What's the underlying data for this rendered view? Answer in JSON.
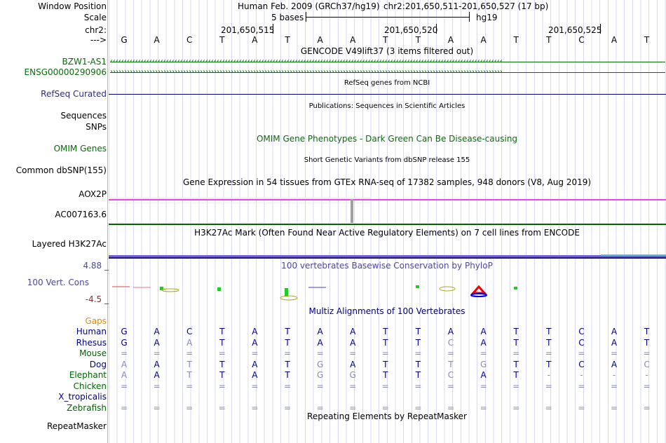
{
  "header": {
    "window_position_label": "Window Position",
    "assembly": "Human Feb. 2009 (GRCh37/hg19)",
    "position": "chr2:201,650,511-201,650,527 (17 bp)",
    "scale_label": "Scale",
    "scale_text": "5 bases",
    "scale_db": "hg19",
    "chrom_label": "chr2:",
    "ticks": [
      "201,650,515",
      "201,650,520",
      "201,650,525"
    ],
    "strand_label": "--->"
  },
  "bases": [
    "G",
    "A",
    "C",
    "T",
    "A",
    "T",
    "A",
    "A",
    "T",
    "T",
    "A",
    "A",
    "T",
    "T",
    "C",
    "A",
    "T"
  ],
  "tracks": {
    "gencode_title": "GENCODE V49lift37 (3 items filtered out)",
    "gene1": "BZW1-AS1",
    "gene2": "ENSG00000290906",
    "refseq_label": "RefSeq Curated",
    "refseq_title": "RefSeq genes from NCBI",
    "sequences_label": "Sequences",
    "publications_title": "Publications: Sequences in Scientific Articles",
    "snps_label": "SNPs",
    "omim_label": "OMIM Genes",
    "omim_title": "OMIM Gene Phenotypes - Dark Green Can Be Disease-causing",
    "dbsnp_title": "Short Genetic Variants from dbSNP release 155",
    "dbsnp_label": "Common dbSNP(155)",
    "gtex_title": "Gene Expression in 54 tissues from GTEx RNA-seq of 17382 samples, 948 donors (V8, Aug 2019)",
    "gtex_gene1": "AOX2P",
    "gtex_gene2": "AC007163.6",
    "h3k27_title": "H3K27Ac Mark (Often Found Near Active Regulatory Elements) on 7 cell lines from ENCODE",
    "h3k27_label": "Layered H3K27Ac",
    "phylop_max": "4.88 _",
    "phylop_label": "100 Vert. Cons",
    "phylop_min": "-4.5 _",
    "phylop_title": "100 vertebrates Basewise Conservation by PhyloP",
    "multiz_title": "Multiz Alignments of 100 Vertebrates",
    "gaps_label": "Gaps",
    "repeat_title": "Repeating Elements by RepeatMasker",
    "repeat_label": "RepeatMasker"
  },
  "species": [
    {
      "name": "Human",
      "color": "#000080",
      "seq": "GACTATAATTAATTCAT",
      "gray": "00000000000000000"
    },
    {
      "name": "Rhesus",
      "color": "#000080",
      "seq": "GAATATAATTCATTCAT",
      "gray": "00100000001000000"
    },
    {
      "name": "Mouse",
      "color": "#006400",
      "seq": "=================",
      "gray": "11111111111111111"
    },
    {
      "name": "Dog",
      "color": "#000080",
      "seq": "AATTATGATTTGTTCAC",
      "gray": "10100010001100001"
    },
    {
      "name": "Elephant",
      "color": "#006400",
      "seq": "AATTATGGTTCAT----",
      "gray": "10100011001001111"
    },
    {
      "name": "Chicken",
      "color": "#006400",
      "seq": "=================",
      "gray": "11111111111111111"
    },
    {
      "name": "X_tropicalis",
      "color": "#000080",
      "seq": "                 ",
      "gray": "00000000000000000"
    },
    {
      "name": "Zebrafish",
      "color": "#006400",
      "seq": "=================",
      "gray": "11111111111111111"
    }
  ],
  "colors": {
    "green": "#0a6b0a",
    "navy": "#2a2a8a",
    "gtex_line": "#ee44ee",
    "phylop": "#4a4a9a",
    "gaps": "#e08a00"
  }
}
